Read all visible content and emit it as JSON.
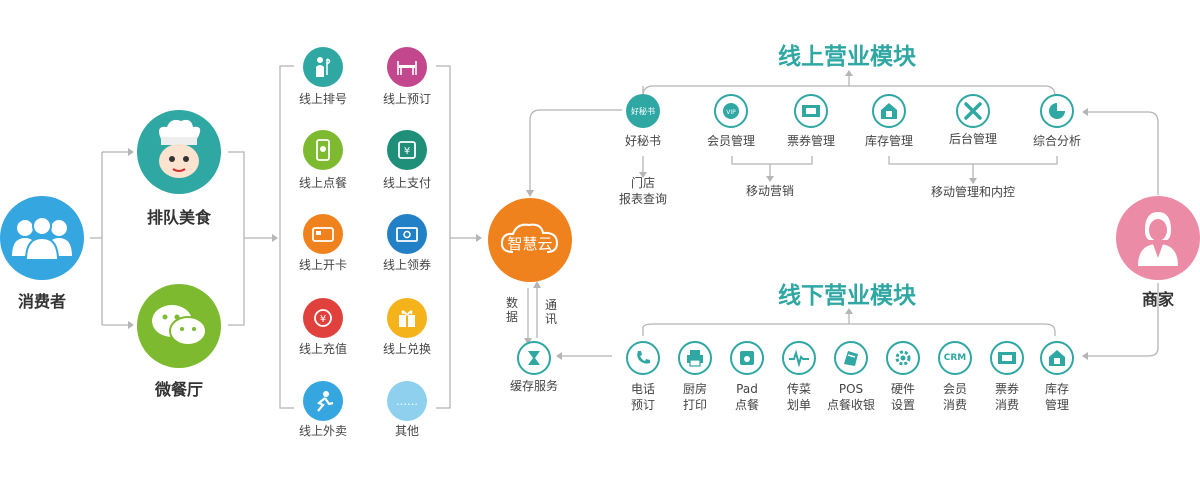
{
  "consumer": {
    "label": "消费者"
  },
  "channels": [
    {
      "label": "排队美食"
    },
    {
      "label": "微餐厅"
    }
  ],
  "features": [
    {
      "label": "线上排号",
      "color": "#2fa7a3"
    },
    {
      "label": "线上预订",
      "color": "#c2478c"
    },
    {
      "label": "线上点餐",
      "color": "#7dba2f"
    },
    {
      "label": "线上支付",
      "color": "#1f8f7a"
    },
    {
      "label": "线上开卡",
      "color": "#f0821e"
    },
    {
      "label": "线上领券",
      "color": "#2281c6"
    },
    {
      "label": "线上充值",
      "color": "#e0413d"
    },
    {
      "label": "线上兑换",
      "color": "#f5b31b"
    },
    {
      "label": "线上外卖",
      "color": "#35a6e0"
    },
    {
      "label": "其他",
      "color": "#8fd0ee",
      "glyph": "……"
    }
  ],
  "cloud": {
    "label": "智慧云"
  },
  "data_link": {
    "down": "数据",
    "up": "通讯"
  },
  "cache": {
    "label": "缓存服务"
  },
  "online": {
    "title": "线上营业模块",
    "items": [
      {
        "label": "好秘书",
        "glyph": "好秘书"
      },
      {
        "label": "会员管理"
      },
      {
        "label": "票券管理"
      },
      {
        "label": "库存管理"
      },
      {
        "label": "后台管理"
      },
      {
        "label": "综合分析"
      }
    ],
    "sub": {
      "store_reports": [
        "门店",
        "报表查询"
      ],
      "mobile_marketing": "移动营销",
      "mobile_mgmt": "移动管理和内控"
    }
  },
  "offline": {
    "title": "线下营业模块",
    "items": [
      {
        "lines": [
          "电话",
          "预订"
        ]
      },
      {
        "lines": [
          "厨房",
          "打印"
        ]
      },
      {
        "lines": [
          "Pad",
          "点餐"
        ]
      },
      {
        "lines": [
          "传菜",
          "划单"
        ]
      },
      {
        "lines": [
          "POS",
          "点餐收银"
        ]
      },
      {
        "lines": [
          "硬件",
          "设置"
        ]
      },
      {
        "lines": [
          "会员",
          "消费"
        ],
        "glyph": "CRM"
      },
      {
        "lines": [
          "票券",
          "消费"
        ]
      },
      {
        "lines": [
          "库存",
          "管理"
        ]
      }
    ]
  },
  "merchant": {
    "label": "商家"
  },
  "colors": {
    "accent": "#2fa7a3",
    "line": "#b5b5b5",
    "cloud": "#f0821e",
    "merchant": "#ec8ba6"
  }
}
